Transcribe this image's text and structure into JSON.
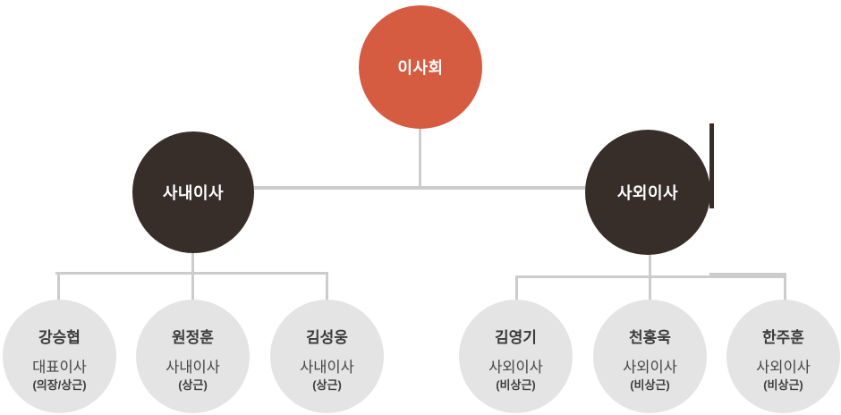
{
  "org": {
    "root": {
      "label": "이사회"
    },
    "branches": [
      {
        "label": "사내이사",
        "members": [
          {
            "name": "강승협",
            "title": "대표이사",
            "note": "(의장/상근)"
          },
          {
            "name": "원정훈",
            "title": "사내이사",
            "note": "(상근)"
          },
          {
            "name": "김성웅",
            "title": "사내이사",
            "note": "(상근)"
          }
        ]
      },
      {
        "label": "사외이사",
        "members": [
          {
            "name": "김영기",
            "title": "사외이사",
            "note": "(비상근)"
          },
          {
            "name": "천홍욱",
            "title": "사외이사",
            "note": "(비상근)"
          },
          {
            "name": "한주훈",
            "title": "사외이사",
            "note": "(비상근)"
          }
        ]
      }
    ]
  },
  "colors": {
    "root_circle": "#d55b41",
    "branch_circle": "#372e2a",
    "member_circle": "#e4e4e4",
    "connector": "#cccccc",
    "label_text": "#ffffff",
    "member_text": "#3b3b3b"
  }
}
